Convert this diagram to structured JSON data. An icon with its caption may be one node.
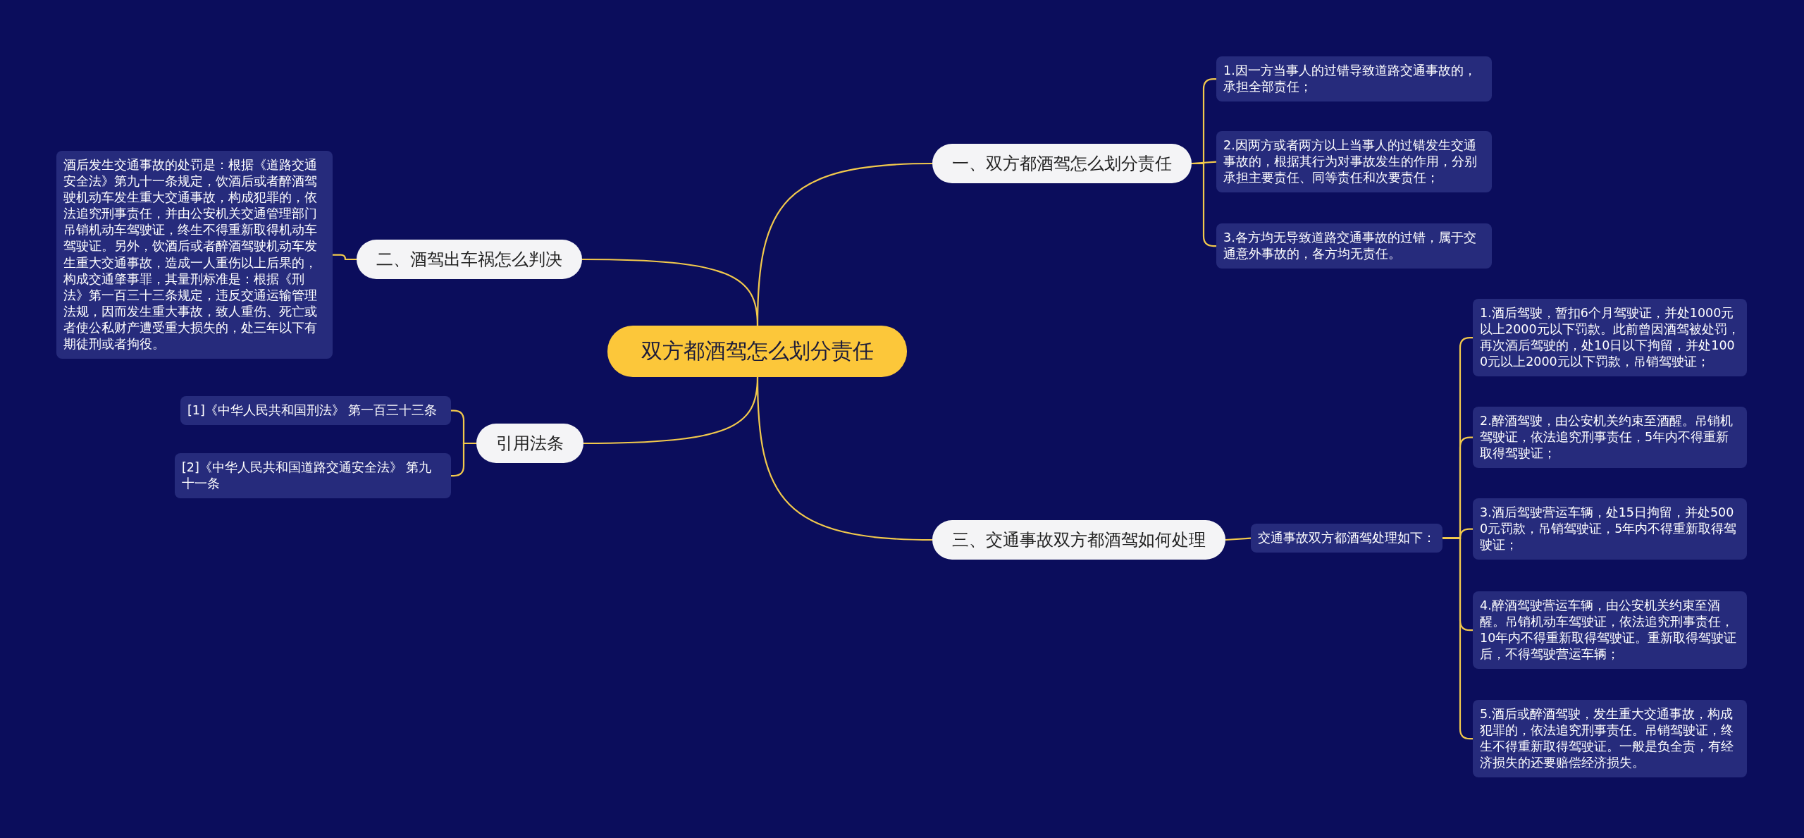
{
  "diagram": {
    "nodes": [
      {
        "text": [
          "双方都酒驾怎么划分责任"
        ]
      },
      {
        "text": [
          "一、双方都酒驾怎么划分责任"
        ]
      },
      {
        "text": [
          "二、酒驾出车祸怎么判决"
        ]
      },
      {
        "text": [
          "引用法条"
        ]
      },
      {
        "text": [
          "三、交通事故双方都酒驾如何处理"
        ]
      },
      {
        "text": [
          "1.因一方当事人的过错导致道路交通事故的，承担全部责任；"
        ]
      },
      {
        "text": [
          "2.因两方或者两方以上当事人的过错发生交通事故的，根据其行为对事故发生的作用，分别承担主要责任、同等责任和次要责任；"
        ]
      },
      {
        "text": [
          "3.各方均无导致道路交通事故的过错，属于交通意外事故的，各方均无责任。"
        ]
      },
      {
        "text": [
          "酒后发生交通事故的处罚是：根据《道路交通安全法》第九十一条规定，饮酒后或者醉酒驾驶机动车发生重大交通事故，构成犯罪的，依法追究刑事责任，并由公安机关交通管理部门吊销机动车驾驶证，终生不得重新取得机动车驾驶证。另外，饮酒后或者醉酒驾驶机动车发生重大交通事故，造成一人重伤以上后果的，构成交通肇事罪，其量刑标准是：根据《刑法》第一百三十三条规定，违反交通运输管理法规，因而发生重大事故，致人重伤、死亡或者使公私财产遭受重大损失的，处三年以下有期徒刑或者拘役。"
        ]
      },
      {
        "text": [
          "[1]《中华人民共和国刑法》 第一百三十三条"
        ]
      },
      {
        "text": [
          "[2]《中华人民共和国道路交通安全法》 第九十一条"
        ]
      },
      {
        "text": [
          "交通事故双方都酒驾处理如下："
        ]
      },
      {
        "text": [
          "1.酒后驾驶，暂扣6个月驾驶证，并处1000元以上2000元以下罚款。此前曾因酒驾被处罚，再次酒后驾驶的，处10日以下拘留，并处1000元以上2000元以下罚款，吊销驾驶证；"
        ]
      },
      {
        "text": [
          "2.醉酒驾驶，由公安机关约束至酒醒。吊销机驾驶证，依法追究刑事责任，5年内不得重新取得驾驶证；"
        ]
      },
      {
        "text": [
          "3.酒后驾驶营运车辆，处15日拘留，并处5000元罚款，吊销驾驶证，5年内不得重新取得驾驶证；"
        ]
      },
      {
        "text": [
          "4.醉酒驾驶营运车辆，由公安机关约束至酒醒。吊销机动车驾驶证，依法追究刑事责任，10年内不得重新取得驾驶证。重新取得驾驶证后，不得驾驶营运车辆；"
        ]
      },
      {
        "text": [
          "5.酒后或醉酒驾驶，发生重大交通事故，构成犯罪的，依法追究刑事责任。吊销驾驶证，终生不得重新取得驾驶证。一般是负全责，有经济损失的还要赔偿经济损失。"
        ]
      }
    ],
    "edges": [
      {
        "from": 0,
        "to": 1,
        "arrow": "none"
      },
      {
        "from": 0,
        "to": 2,
        "arrow": "none"
      },
      {
        "from": 0,
        "to": 3,
        "arrow": "none"
      },
      {
        "from": 0,
        "to": 4,
        "arrow": "none"
      },
      {
        "from": 1,
        "to": 5,
        "arrow": "none"
      },
      {
        "from": 1,
        "to": 6,
        "arrow": "none"
      },
      {
        "from": 1,
        "to": 7,
        "arrow": "none"
      },
      {
        "from": 2,
        "to": 8,
        "arrow": "none"
      },
      {
        "from": 3,
        "to": 9,
        "arrow": "none"
      },
      {
        "from": 3,
        "to": 10,
        "arrow": "none"
      },
      {
        "from": 4,
        "to": 11,
        "arrow": "none"
      },
      {
        "from": 11,
        "to": 12,
        "arrow": "none"
      },
      {
        "from": 11,
        "to": 13,
        "arrow": "none"
      },
      {
        "from": 11,
        "to": 14,
        "arrow": "none"
      },
      {
        "from": 11,
        "to": 15,
        "arrow": "none"
      },
      {
        "from": 11,
        "to": 16,
        "arrow": "none"
      }
    ]
  }
}
